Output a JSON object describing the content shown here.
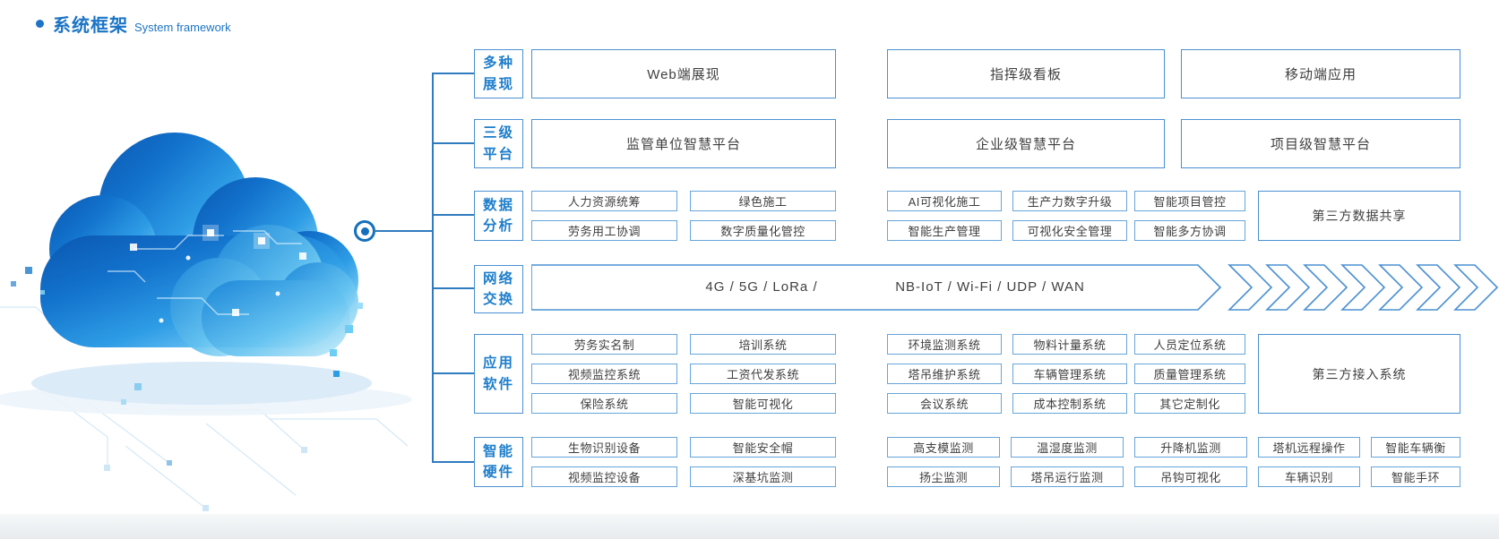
{
  "title": {
    "zh": "系统框架",
    "en": "System framework"
  },
  "colors": {
    "accent": "#1b74c5",
    "box_border": "#4a90d2",
    "small_box_border": "#66a5da",
    "label_text": "#1d7ecb",
    "box_text": "#3f3f3f",
    "connector_line": "#2f7bbf",
    "cloud_dark": "#0b57b0",
    "cloud_light": "#b9e9fc"
  },
  "icons": {
    "hub_node": "circle-dot-icon",
    "chevrons": "double-chevron-right",
    "cloud": "cloud-illustration"
  },
  "labels": {
    "r1": [
      "多种",
      "展现"
    ],
    "r2": [
      "三级",
      "平台"
    ],
    "r3": [
      "数据",
      "分析"
    ],
    "r4": [
      "网络",
      "交换"
    ],
    "r5": [
      "应用",
      "软件"
    ],
    "r6": [
      "智能",
      "硬件"
    ]
  },
  "row1": {
    "b1": "Web端展现",
    "b2": "指挥级看板",
    "b3": "移动端应用"
  },
  "row2": {
    "b1": "监管单位智慧平台",
    "b2": "企业级智慧平台",
    "b3": "项目级智慧平台"
  },
  "row3": {
    "a1": "人力资源统筹",
    "a2": "绿色施工",
    "a3": "AI可视化施工",
    "a4": "生产力数字升级",
    "a5": "智能项目管控",
    "b1": "劳务用工协调",
    "b2": "数字质量化管控",
    "b3": "智能生产管理",
    "b4": "可视化安全管理",
    "b5": "智能多方协调",
    "tall": "第三方数据共享"
  },
  "row4": {
    "text_left": "4G / 5G / LoRa /",
    "text_right": "NB-IoT / Wi-Fi / UDP / WAN",
    "chevrons": 7
  },
  "row5": {
    "a1": "劳务实名制",
    "a2": "培训系统",
    "a3": "环境监测系统",
    "a4": "物料计量系统",
    "a5": "人员定位系统",
    "b1": "视频监控系统",
    "b2": "工资代发系统",
    "b3": "塔吊维护系统",
    "b4": "车辆管理系统",
    "b5": "质量管理系统",
    "c1": "保险系统",
    "c2": "智能可视化",
    "c3": "会议系统",
    "c4": "成本控制系统",
    "c5": "其它定制化",
    "tall": "第三方接入系统"
  },
  "row6": {
    "a1": "生物识别设备",
    "a2": "智能安全帽",
    "a3": "高支模监测",
    "a4": "温湿度监测",
    "a5": "升降机监测",
    "a6": "塔机远程操作",
    "a7": "智能车辆衡",
    "b1": "视频监控设备",
    "b2": "深基坑监测",
    "b3": "扬尘监测",
    "b4": "塔吊运行监测",
    "b5": "吊钩可视化",
    "b6": "车辆识别",
    "b7": "智能手环"
  }
}
